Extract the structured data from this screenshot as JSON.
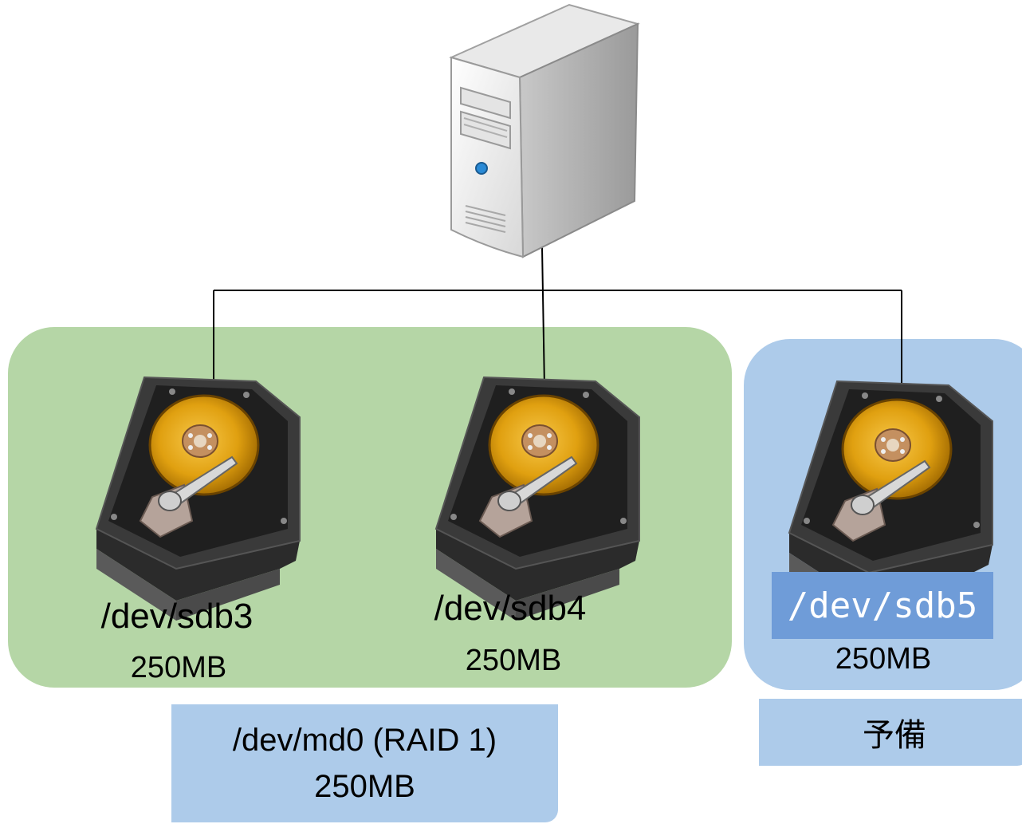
{
  "nodes": {
    "server_icon": "server-tower-icon",
    "disks": [
      {
        "device": "/dev/sdb3",
        "size": "250MB",
        "icon": "hard-disk-icon"
      },
      {
        "device": "/dev/sdb4",
        "size": "250MB",
        "icon": "hard-disk-icon"
      },
      {
        "device": "/dev/sdb5",
        "size": "250MB",
        "icon": "hard-disk-icon"
      }
    ]
  },
  "raid_group": {
    "device": "/dev/md0 (RAID 1)",
    "size": "250MB"
  },
  "spare_group": {
    "label": "予備"
  },
  "colors": {
    "raid_group": "#b5d6a6",
    "spare_group": "#adcbea",
    "highlight": "#6f9cd8",
    "platter": "#e0a010"
  }
}
